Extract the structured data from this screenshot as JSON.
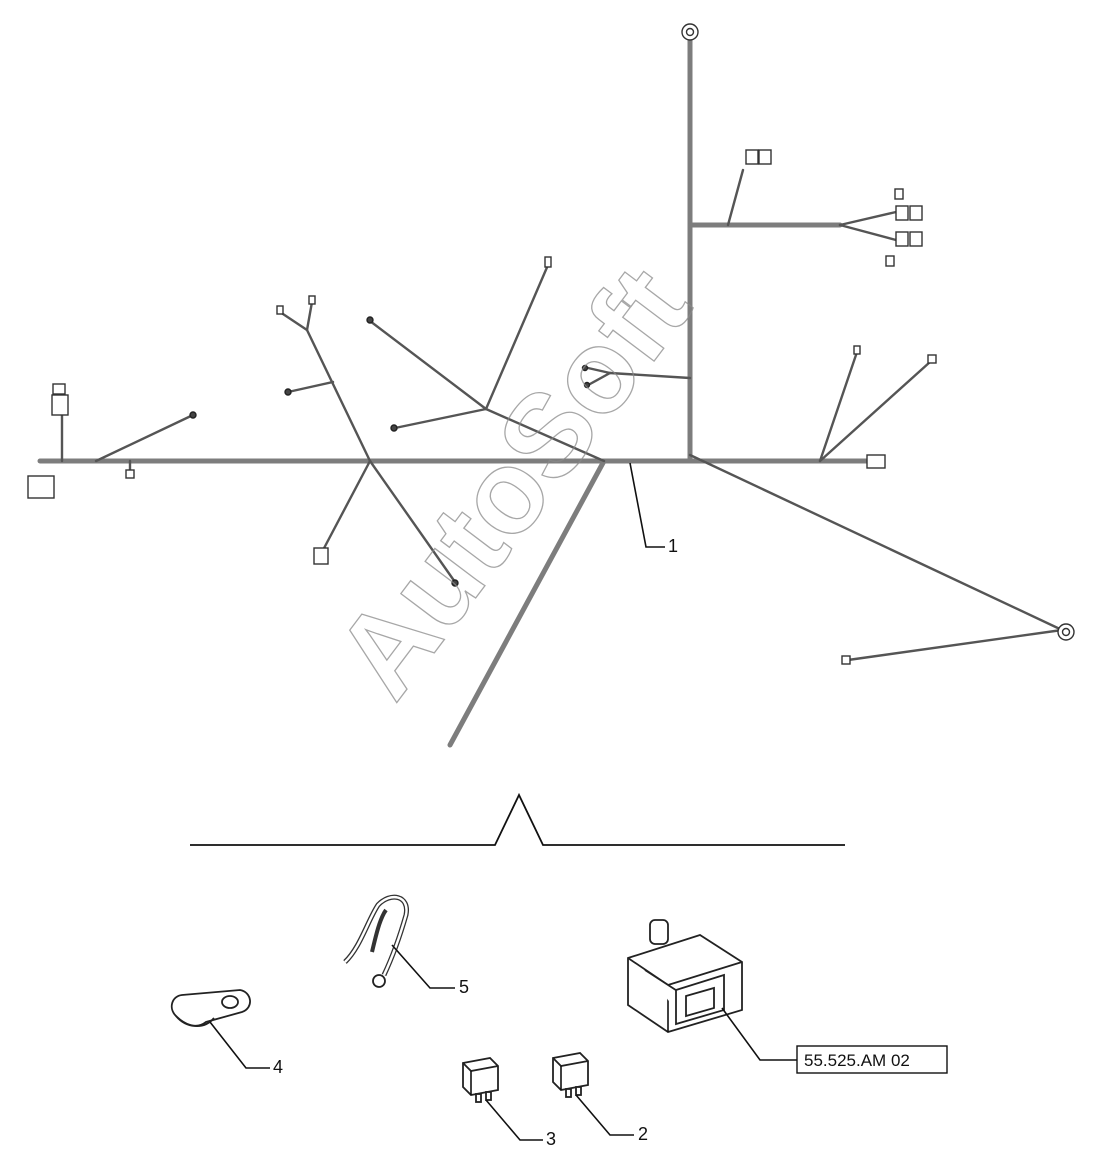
{
  "watermark": "AutoSoft",
  "labels": {
    "item_1": "1",
    "item_2": "2",
    "item_3": "3",
    "item_4": "4",
    "item_5": "5"
  },
  "reference": "55.525.AM 02"
}
